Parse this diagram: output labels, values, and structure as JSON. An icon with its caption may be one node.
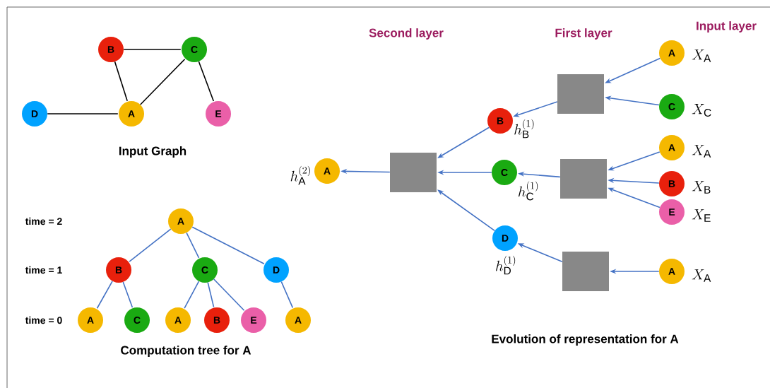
{
  "diagram": {
    "nodes": [
      {
        "text": [
          "B"
        ]
      },
      {
        "text": [
          "C"
        ]
      },
      {
        "text": [
          "D"
        ]
      },
      {
        "text": [
          "A"
        ]
      },
      {
        "text": [
          "E"
        ]
      },
      {
        "text": [
          "A"
        ]
      },
      {
        "text": [
          "B"
        ]
      },
      {
        "text": [
          "C"
        ]
      },
      {
        "text": [
          "D"
        ]
      },
      {
        "text": [
          "A"
        ]
      },
      {
        "text": [
          "C"
        ]
      },
      {
        "text": [
          "A"
        ]
      },
      {
        "text": [
          "B"
        ]
      },
      {
        "text": [
          "E"
        ]
      },
      {
        "text": [
          "A"
        ]
      },
      {
        "text": [
          "A"
        ],
        "beside": [
          "h_{\\mathrm{A}}^{(2)}"
        ]
      },
      {
        "text": [],
        "shape": "box"
      },
      {
        "text": [
          "B"
        ],
        "beside": [
          "h_{\\mathrm{B}}^{(1)}"
        ]
      },
      {
        "text": [
          "C"
        ],
        "beside": [
          "h_{\\mathrm{C}}^{(1)}"
        ]
      },
      {
        "text": [
          "D"
        ],
        "beside": [
          "h_{\\mathrm{D}}^{(1)}"
        ]
      },
      {
        "text": [],
        "shape": "box"
      },
      {
        "text": [],
        "shape": "box"
      },
      {
        "text": [],
        "shape": "box"
      },
      {
        "text": [
          "A"
        ],
        "beside": [
          "X_{\\mathrm{A}}"
        ]
      },
      {
        "text": [
          "C"
        ],
        "beside": [
          "X_{\\mathrm{C}}"
        ]
      },
      {
        "text": [
          "A"
        ],
        "beside": [
          "X_{\\mathrm{A}}"
        ]
      },
      {
        "text": [
          "B"
        ],
        "beside": [
          "X_{\\mathrm{B}}"
        ]
      },
      {
        "text": [
          "E"
        ],
        "beside": [
          "X_{\\mathrm{E}}"
        ]
      },
      {
        "text": [
          "A"
        ],
        "beside": [
          "X_{\\mathrm{A}}"
        ]
      }
    ],
    "edges": [
      {
        "from": 0,
        "to": 1,
        "arrow": "none",
        "color": "#000000"
      },
      {
        "from": 0,
        "to": 3,
        "arrow": "none",
        "color": "#000000"
      },
      {
        "from": 3,
        "to": 1,
        "arrow": "none",
        "color": "#000000"
      },
      {
        "from": 1,
        "to": 4,
        "arrow": "none",
        "color": "#000000"
      },
      {
        "from": 2,
        "to": 3,
        "arrow": "none",
        "color": "#000000"
      },
      {
        "from": 5,
        "to": 6,
        "arrow": "none"
      },
      {
        "from": 5,
        "to": 7,
        "arrow": "none"
      },
      {
        "from": 5,
        "to": 8,
        "arrow": "none"
      },
      {
        "from": 6,
        "to": 9,
        "arrow": "none"
      },
      {
        "from": 6,
        "to": 10,
        "arrow": "none"
      },
      {
        "from": 7,
        "to": 11,
        "arrow": "none"
      },
      {
        "from": 7,
        "to": 12,
        "arrow": "none"
      },
      {
        "from": 7,
        "to": 13,
        "arrow": "none"
      },
      {
        "from": 8,
        "to": 14,
        "arrow": "none"
      },
      {
        "from": 16,
        "to": 15,
        "arrow": "to"
      },
      {
        "from": 17,
        "to": 16,
        "arrow": "to"
      },
      {
        "from": 18,
        "to": 16,
        "arrow": "to"
      },
      {
        "from": 19,
        "to": 16,
        "arrow": "to"
      },
      {
        "from": 20,
        "to": 17,
        "arrow": "to"
      },
      {
        "from": 21,
        "to": 18,
        "arrow": "to"
      },
      {
        "from": 22,
        "to": 19,
        "arrow": "to"
      },
      {
        "from": 23,
        "to": 20,
        "arrow": "to"
      },
      {
        "from": 24,
        "to": 20,
        "arrow": "to"
      },
      {
        "from": 25,
        "to": 21,
        "arrow": "to"
      },
      {
        "from": 26,
        "to": 21,
        "arrow": "to"
      },
      {
        "from": 27,
        "to": 21,
        "arrow": "to"
      },
      {
        "from": 28,
        "to": 22,
        "arrow": "to"
      }
    ],
    "labels": [
      "Second layer",
      "First layer",
      "Input layer",
      "Input Graph",
      "time = 2",
      "time = 1",
      "time = 0",
      "Evolution of representation for A",
      "Computation tree for A"
    ]
  }
}
